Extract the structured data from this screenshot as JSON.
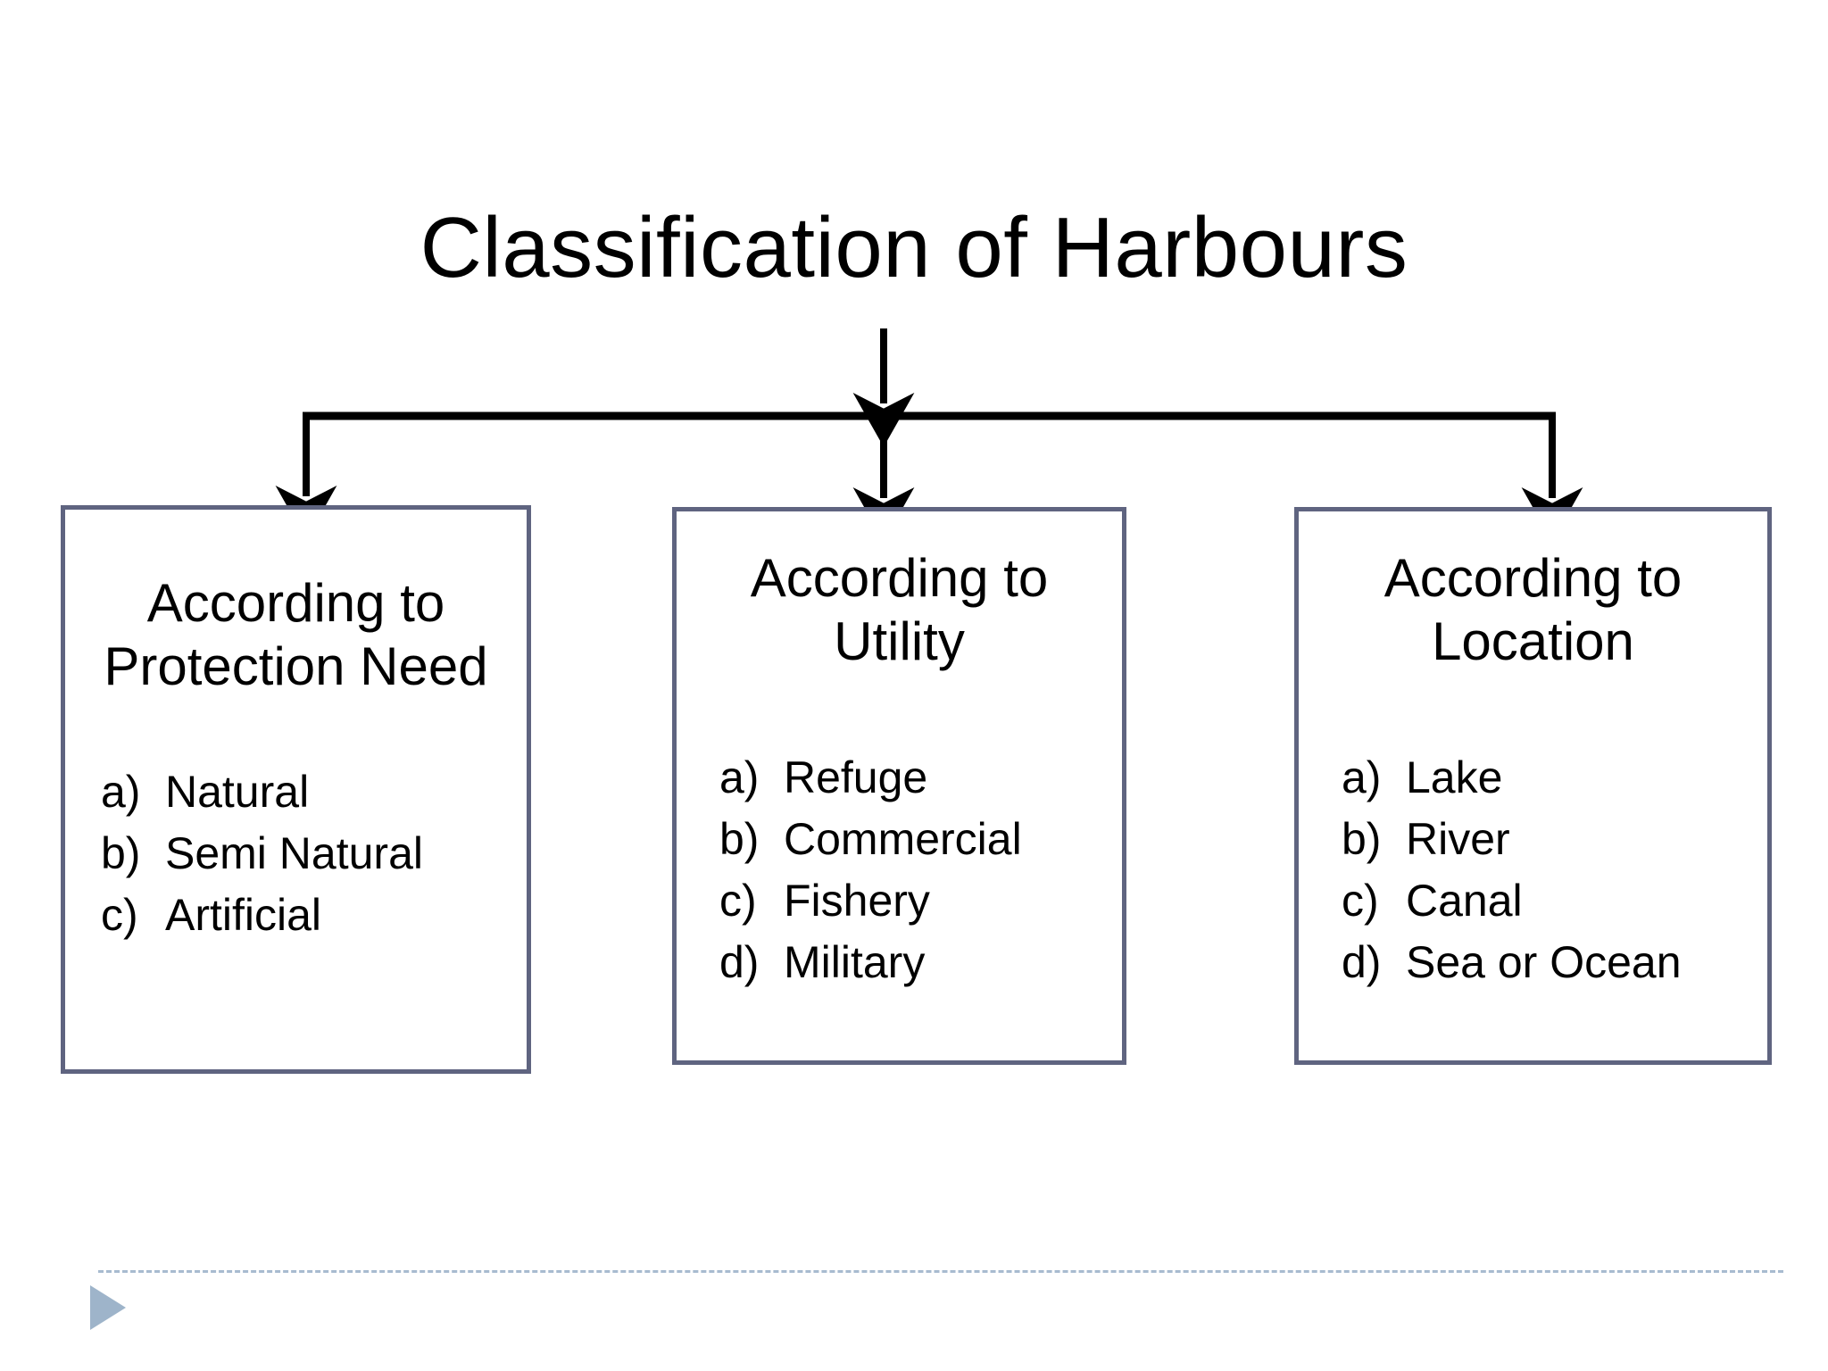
{
  "slide": {
    "title": "Classification of Harbours",
    "background_color": "#ffffff",
    "text_color": "#000000"
  },
  "diagram": {
    "type": "hierarchy-tree",
    "root_label": "Classification of Harbours",
    "connector_color": "#000000",
    "box_border_color": "#5f6480",
    "branch_count": 3,
    "boxes": [
      {
        "id": "protection-need",
        "heading_line1": "According to",
        "heading_line2": "Protection Need",
        "items": [
          {
            "marker": "a)",
            "text": "Natural"
          },
          {
            "marker": "b)",
            "text": "Semi Natural"
          },
          {
            "marker": "c)",
            "text": "Artificial"
          }
        ]
      },
      {
        "id": "utility",
        "heading_line1": "According to",
        "heading_line2": "Utility",
        "items": [
          {
            "marker": "a)",
            "text": "Refuge"
          },
          {
            "marker": "b)",
            "text": "Commercial"
          },
          {
            "marker": "c)",
            "text": "Fishery"
          },
          {
            "marker": "d)",
            "text": "Military"
          }
        ]
      },
      {
        "id": "location",
        "heading_line1": "According to",
        "heading_line2": "Location",
        "items": [
          {
            "marker": "a)",
            "text": "Lake"
          },
          {
            "marker": "b)",
            "text": "River"
          },
          {
            "marker": "c)",
            "text": "Canal"
          },
          {
            "marker": "d)",
            "text": "Sea or Ocean"
          }
        ]
      }
    ]
  },
  "footer": {
    "rule_color": "#a8bbd0",
    "triangle_color": "#9eb4ca",
    "triangle_icon": "play-triangle-icon"
  }
}
